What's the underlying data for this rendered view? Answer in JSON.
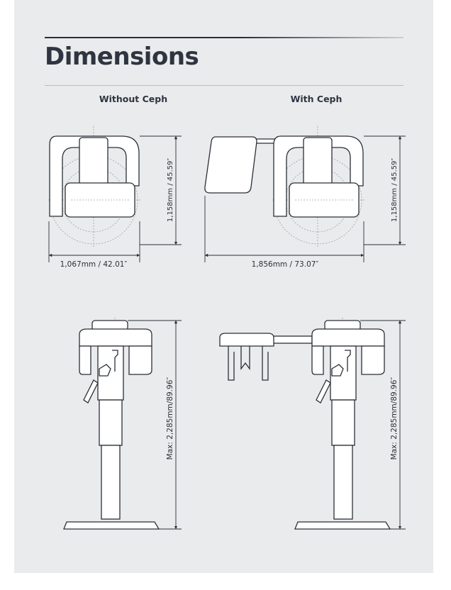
{
  "page": {
    "title": "Dimensions",
    "columns": [
      {
        "label": "Without Ceph"
      },
      {
        "label": "With Ceph"
      }
    ]
  },
  "dimensions": {
    "without_ceph": {
      "width_label": "1,067mm / 42.01″",
      "depth_label": "1,158mm / 45.59″",
      "height_label": "Max: 2,285mm/89.96″"
    },
    "with_ceph": {
      "width_label": "1,856mm / 73.07″",
      "depth_label": "1,158mm / 45.59″",
      "height_label": "Max: 2,285mm/89.96″"
    }
  },
  "colors": {
    "background": "#eaebed",
    "ink": "#2b2f36",
    "device_fill": "#ffffff",
    "guide": "#9aa0a8"
  }
}
